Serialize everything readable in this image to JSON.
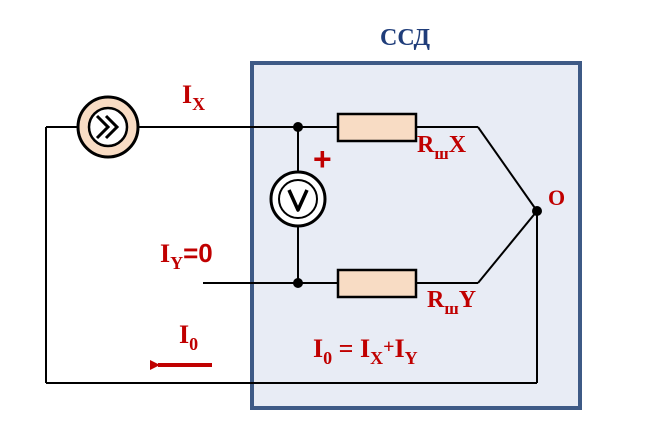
{
  "box": {
    "title": "ССД",
    "fill": "#e8ecf5",
    "border": "#3e5a86"
  },
  "colors": {
    "label_red": "#c00000",
    "title_blue": "#1f3d7a",
    "resistor_fill": "#f8dcc4",
    "wire": "#000000"
  },
  "currents": {
    "ix": {
      "main": "I",
      "sub": "X"
    },
    "iy": {
      "main": "I",
      "sub": "Y",
      "rest": "=0"
    },
    "i0": {
      "main": "I",
      "sub": "0"
    }
  },
  "resistors": {
    "rx": {
      "main": "R",
      "sub": "ш",
      "rest": "X"
    },
    "ry": {
      "main": "R",
      "sub": "ш",
      "rest": "Y"
    }
  },
  "node": {
    "label": "O"
  },
  "voltmeter": {
    "polarity": "+",
    "symbol": "V"
  },
  "source": {
    "symbol": "≫",
    "icon": "current-source-icon"
  },
  "equation": {
    "lhs_main": "I",
    "lhs_sub": "0",
    "equals": " = ",
    "t1_main": "I",
    "t1_sub": "X",
    "plus": "+",
    "t2_main": "I",
    "t2_sub": "Y"
  }
}
